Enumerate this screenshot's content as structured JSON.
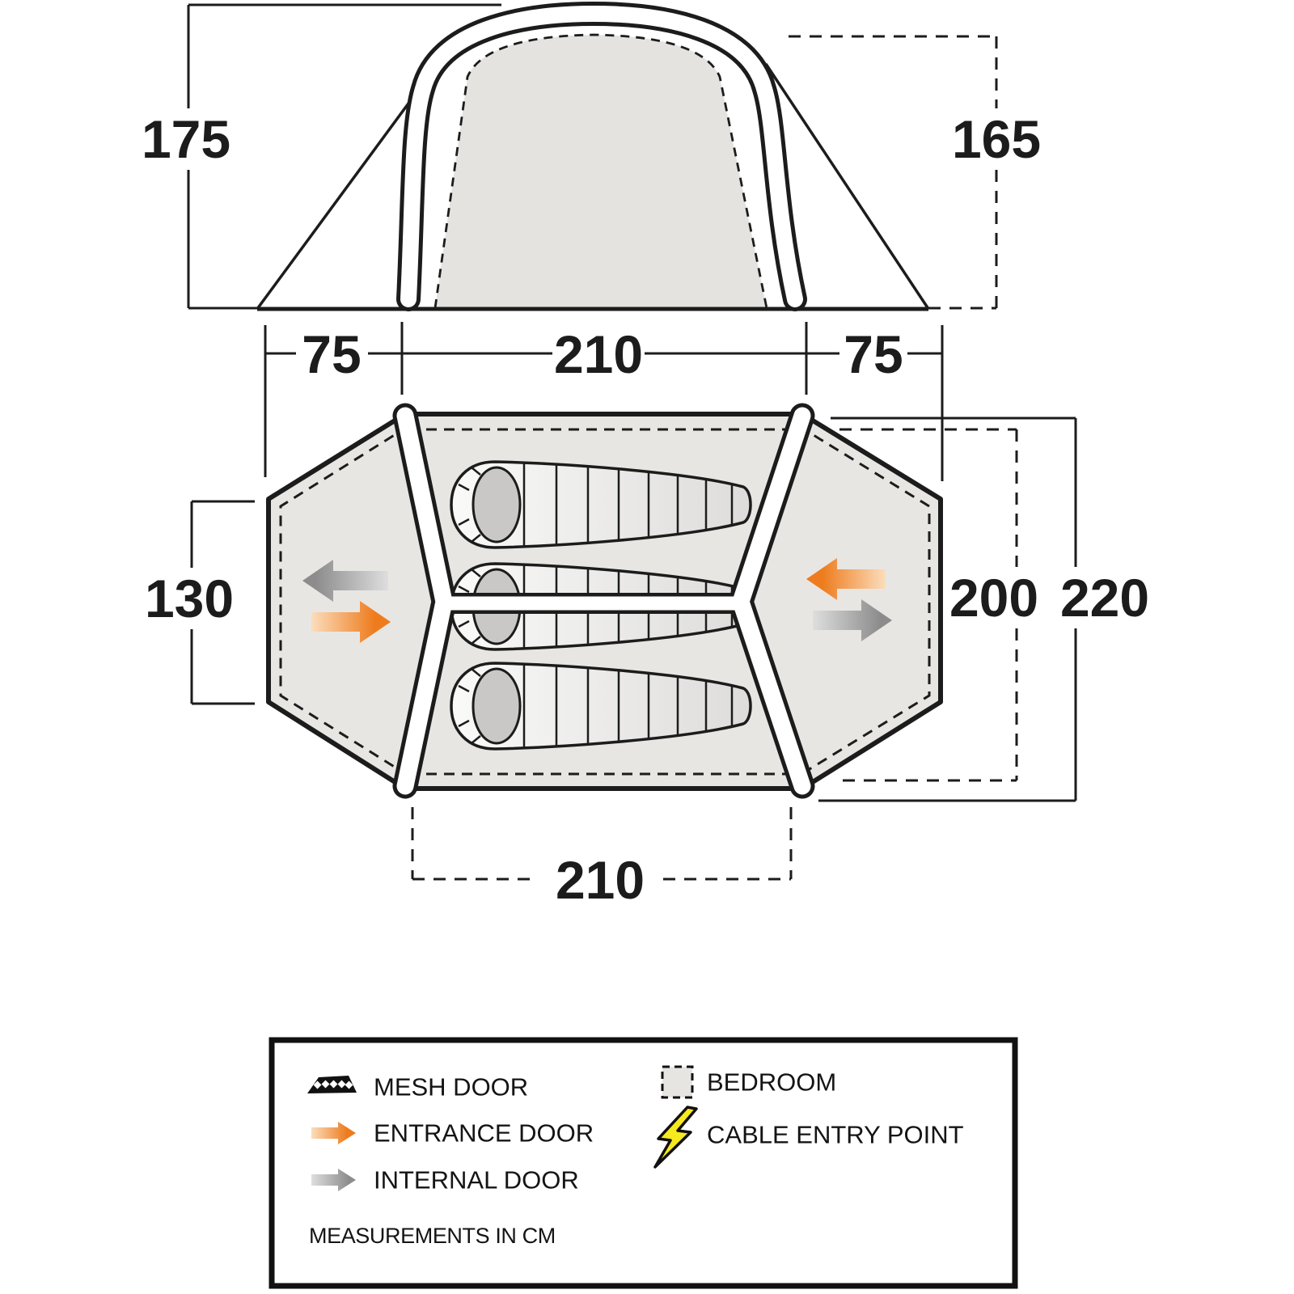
{
  "elevation": {
    "left_height": "175",
    "right_height": "165"
  },
  "floorplan": {
    "left_porch_width": "75",
    "bedroom_width": "210",
    "right_porch_width": "75",
    "left_door_height": "130",
    "inner_depth": "200",
    "outer_depth": "220",
    "bottom_width": "210"
  },
  "legend": {
    "items": [
      {
        "icon": "mesh-door-icon",
        "label": "MESH DOOR"
      },
      {
        "icon": "entrance-door-icon",
        "label": "ENTRANCE DOOR"
      },
      {
        "icon": "internal-door-icon",
        "label": "INTERNAL DOOR"
      },
      {
        "icon": "bedroom-icon",
        "label": "BEDROOM"
      },
      {
        "icon": "cable-entry-icon",
        "label": "CABLE ENTRY POINT"
      }
    ],
    "note": "MEASUREMENTS IN CM"
  },
  "colors": {
    "accent_orange": "#ee7c1e",
    "arrow_grey": "#8c8c8c",
    "area_fill_grey": "#e8e6e3",
    "bedroom_inner_grey": "#e5e3e0",
    "bag_head_grey": "#c9c8c6",
    "bolt_yellow": "#f6e91d",
    "line_black": "#1c1c1c"
  }
}
